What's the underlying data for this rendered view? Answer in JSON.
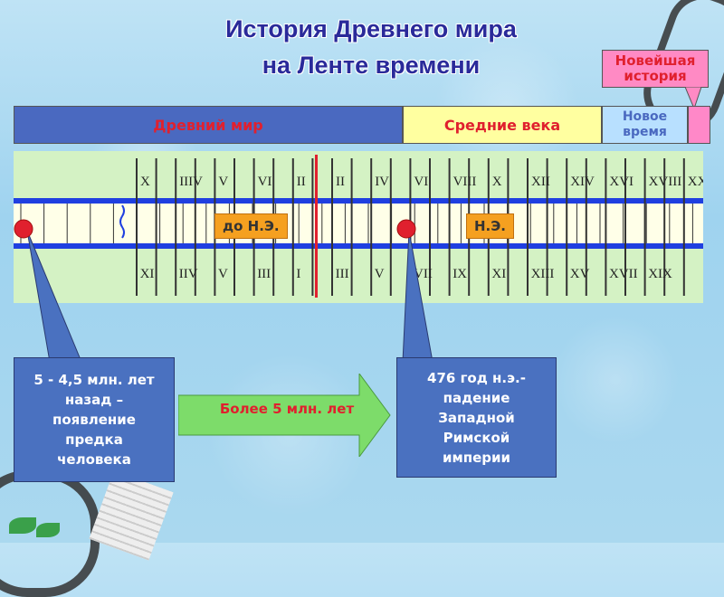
{
  "title": {
    "line1": "История Древнего мира",
    "line2": "на Ленте времени"
  },
  "eras": {
    "ancient": "Древний мир",
    "middle": "Средние века",
    "new_line1": "Новое",
    "new_line2": "время",
    "latest_line1": "Новейшая",
    "latest_line2": "история"
  },
  "timeline": {
    "bc_label": "до Н.Э.",
    "ad_label": "Н.Э.",
    "top_numerals": [
      "X",
      "IIIV",
      "V",
      "VI",
      "II",
      "II",
      "IV",
      "VI",
      "VIII",
      "X",
      "XII",
      "XIV",
      "XVI",
      "XVIII",
      "XX"
    ],
    "bottom_numerals": [
      "XI",
      "IIV",
      "V",
      "III",
      "I",
      "III",
      "V",
      "VII",
      "IX",
      "XI",
      "XIII",
      "XV",
      "XVII",
      "XIX"
    ]
  },
  "notes": {
    "left_lines": [
      "5 - 4,5 млн. лет",
      "назад –",
      "появление",
      "предка",
      "человека"
    ],
    "right_lines": [
      "476 год н.э.-",
      "падение",
      "Западной",
      "Римской",
      "империи"
    ],
    "arrow_text": "Более 5 млн. лет"
  },
  "colors": {
    "title": "#2a2a9a",
    "ancient_bg": "#4a69c0",
    "middle_bg": "#ffffa0",
    "new_bg": "#b8e0ff",
    "latest_bg": "#ff88c8",
    "text_red": "#e0202e",
    "timeline_bg": "#d4f2c4",
    "timeline_line": "#1f3fe0",
    "marker": "#e0202e",
    "note_bg": "#4a71c0",
    "arrow_bg": "#7ddc6a"
  }
}
